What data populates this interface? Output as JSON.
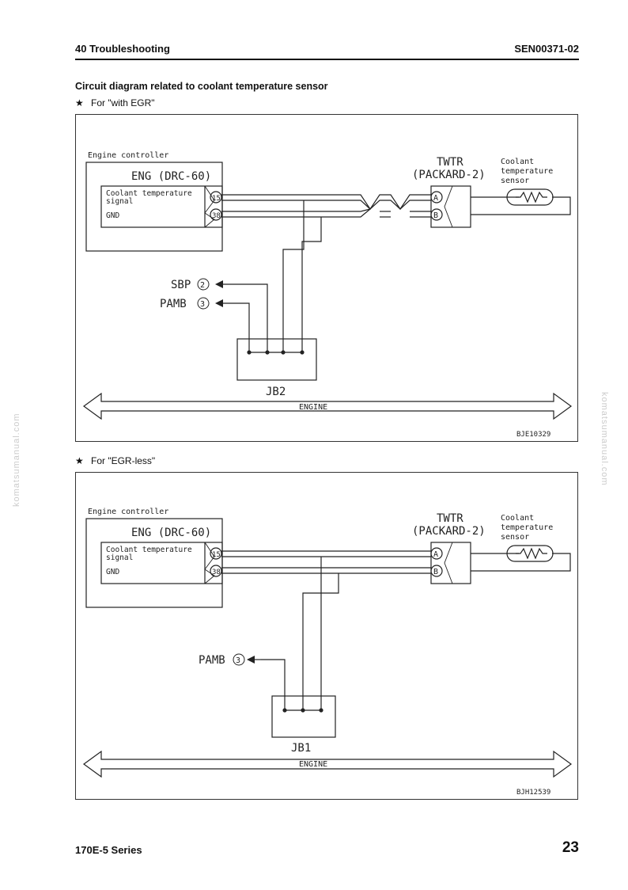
{
  "header": {
    "section": "40 Troubleshooting",
    "doc_code": "SEN00371-02"
  },
  "title": "Circuit diagram related to coolant temperature sensor",
  "variants": [
    {
      "bullet": "★",
      "label": "For \"with EGR\"",
      "controller_caption": "Engine controller",
      "controller_connector": "ENG (DRC-60)",
      "signal_label": "Coolant temperature signal",
      "signal_label_line1": "Coolant temperature",
      "signal_label_line2": "signal",
      "gnd_label": "GND",
      "pin_signal": "15",
      "pin_gnd": "38",
      "sensor_connector_name": "TWTR",
      "sensor_connector_type": "(PACKARD-2)",
      "pin_a": "A",
      "pin_b": "B",
      "sensor_line1": "Coolant",
      "sensor_line2": "temperature",
      "sensor_line3": "sensor",
      "sbp_label": "SBP",
      "sbp_pin": "2",
      "pamb_label": "PAMB",
      "pamb_pin": "3",
      "junction_block": "JB2",
      "engine_label": "ENGINE",
      "figure_id": "BJE10329"
    },
    {
      "bullet": "★",
      "label": "For \"EGR-less\"",
      "controller_caption": "Engine controller",
      "controller_connector": "ENG (DRC-60)",
      "signal_label_line1": "Coolant temperature",
      "signal_label_line2": "signal",
      "gnd_label": "GND",
      "pin_signal": "15",
      "pin_gnd": "38",
      "sensor_connector_name": "TWTR",
      "sensor_connector_type": "(PACKARD-2)",
      "pin_a": "A",
      "pin_b": "B",
      "sensor_line1": "Coolant",
      "sensor_line2": "temperature",
      "sensor_line3": "sensor",
      "pamb_label": "PAMB",
      "pamb_pin": "3",
      "junction_block": "JB1",
      "engine_label": "ENGINE",
      "figure_id": "BJH12539"
    }
  ],
  "footer": {
    "series": "170E-5 Series",
    "page": "23"
  },
  "watermark": "komatsumanual.com"
}
